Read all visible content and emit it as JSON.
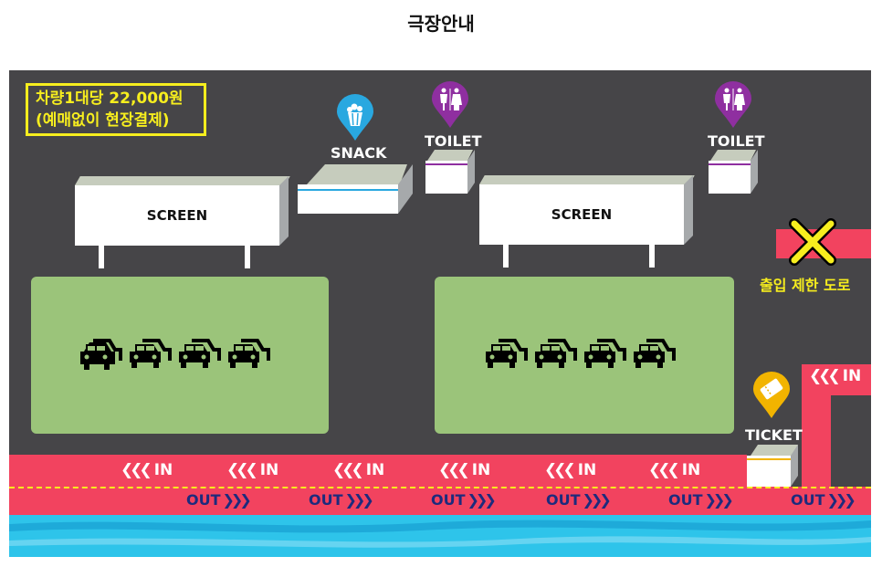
{
  "page": {
    "title": "극장안내"
  },
  "price": {
    "line1": "차량1대당 22,000원",
    "line2": "(예매없이 현장결제)"
  },
  "screens": [
    {
      "label": "SCREEN"
    },
    {
      "label": "SCREEN"
    }
  ],
  "facilities": {
    "snack": {
      "label": "SNACK",
      "icon": "popcorn-icon"
    },
    "toilet_left": {
      "label": "TOILET",
      "icon": "restroom-icon"
    },
    "toilet_right": {
      "label": "TOILET",
      "icon": "restroom-icon"
    },
    "ticket": {
      "label": "TICKET",
      "icon": "ticket-icon"
    }
  },
  "road": {
    "in_label": "IN",
    "out_label": "OUT",
    "restricted_label": "출입 제한 도로"
  },
  "colors": {
    "background": "#464548",
    "road": "#f2435f",
    "parking": "#9bc47a",
    "highlight": "#f7ee1e",
    "out_text": "#1d2b7d",
    "snack_pin": "#29a8e0",
    "toilet_pin": "#8f2fa0",
    "ticket_pin": "#f2b400",
    "water": "#2ec4ea"
  }
}
